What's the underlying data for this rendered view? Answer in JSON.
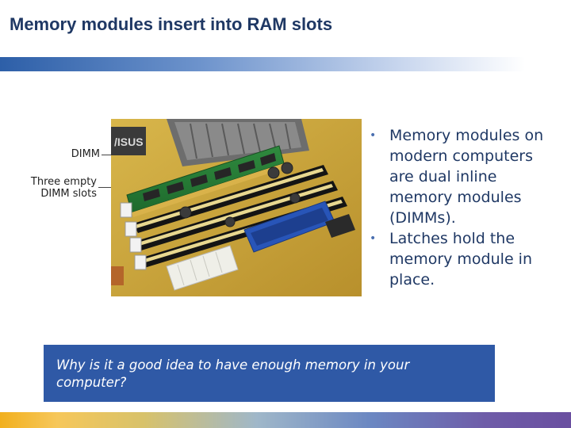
{
  "slide": {
    "title": "Memory modules insert into RAM slots",
    "callouts": {
      "dimm": "DIMM",
      "empty_line1": "Three empty",
      "empty_line2": "DIMM slots"
    },
    "bullets": [
      "Memory modules on modern computers are dual inline memory modules (DIMMs).",
      "Latches hold the memory module in place."
    ],
    "question": "Why is it a good idea to have enough memory in your computer?",
    "logo_text": "/ISUS"
  },
  "colors": {
    "title": "#1f3864",
    "question_box": "#2f59a6",
    "bullet_text": "#1f3864",
    "board": "#c9a43a"
  }
}
